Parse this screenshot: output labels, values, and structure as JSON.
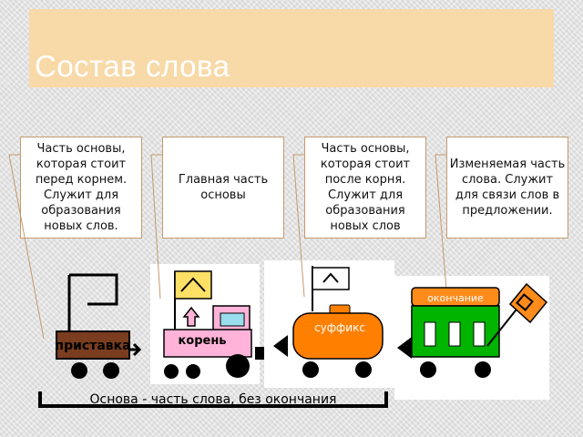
{
  "title": "Состав слова",
  "boxes": [
    {
      "text": "Часть основы, которая стоит перед корнем. Служит для образования новых слов."
    },
    {
      "text": "Главная часть основы"
    },
    {
      "text": "Часть основы, которая стоит после корня. Служит для образования новых слов"
    },
    {
      "text": "Изменяемая часть слова. Служит для связи слов в предложении."
    }
  ],
  "labels": {
    "prefix": "приставка",
    "root": "корень",
    "suffix": "суффикс",
    "ending": "окончание",
    "stem_caption": "Основа - часть слова, без окончания"
  },
  "colors": {
    "title_bg": "#f8d9a8",
    "root_car": "#ffb3d9",
    "suffix_car": "#ff8000",
    "ending_car": "#00b400",
    "prefix_car": "#7a3d1f",
    "flag": "#ffe066",
    "ending_flag": "#ff8c1a"
  }
}
